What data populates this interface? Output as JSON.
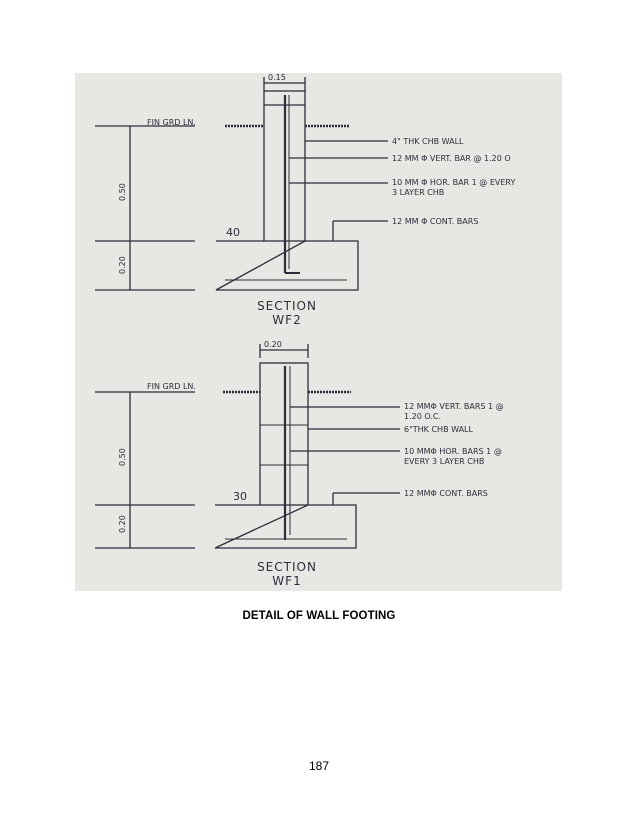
{
  "caption": "DETAIL OF WALL FOOTING",
  "page_number": "187",
  "drawing": {
    "wf2": {
      "width_dim": "0.15",
      "fin_grd_label": "FIN GRD LN.",
      "notes": [
        "4\" THK CHB WALL",
        "12 MM Φ VERT. BAR @ 1.20 O",
        "10 MM Φ HOR. BAR 1 @ EVERY",
        "3 LAYER CHB",
        "12 MM Φ CONT. BARS"
      ],
      "dim_wall": "0.50",
      "dim_footing": "0.20",
      "footing_width_note": "40",
      "title_line1": "SECTION",
      "title_line2": "WF2"
    },
    "wf1": {
      "width_dim": "0.20",
      "fin_grd_label": "FIN GRD LN.",
      "notes": [
        "12 MMΦ VERT. BARS 1 @",
        "1.20 O.C.",
        "6\"THK CHB WALL",
        "10 MMΦ HOR. BARS 1 @",
        "EVERY 3 LAYER CHB",
        "12 MMΦ CONT. BARS"
      ],
      "dim_wall": "0.50",
      "dim_footing": "0.20",
      "footing_width_note": "30",
      "title_line1": "SECTION",
      "title_line2": "WF1"
    }
  }
}
